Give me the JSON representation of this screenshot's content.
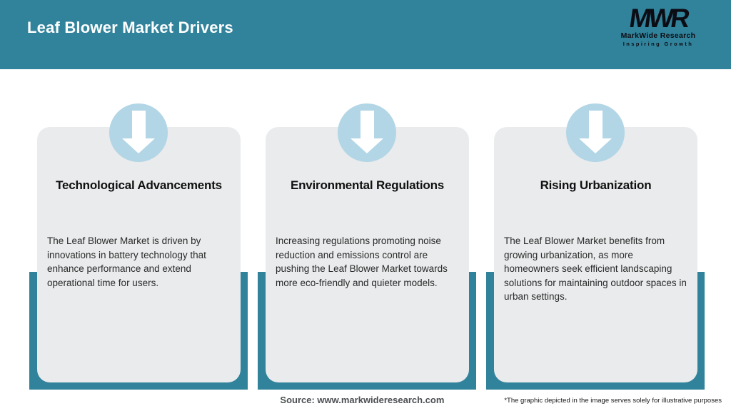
{
  "header": {
    "title": "Leaf Blower Market Drivers",
    "logo": {
      "monogram": "MWR",
      "name": "MarkWide Research",
      "tagline": "Inspiring Growth"
    }
  },
  "cards": [
    {
      "icon": "arrow-down-icon",
      "title": "Technological Advancements",
      "description": "The Leaf Blower Market is driven by innovations in battery technology that enhance performance and extend operational time for users."
    },
    {
      "icon": "arrow-down-icon",
      "title": "Environmental Regulations",
      "description": "Increasing regulations promoting noise reduction and emissions control are pushing the Leaf Blower Market towards more eco-friendly and quieter models."
    },
    {
      "icon": "arrow-down-icon",
      "title": "Rising Urbanization",
      "description": "The Leaf Blower Market benefits from growing urbanization, as more homeowners seek efficient landscaping solutions for maintaining outdoor spaces in urban settings."
    }
  ],
  "footer": {
    "source": "Source: www.markwideresearch.com",
    "disclaimer": "*The graphic depicted in the image serves solely for illustrative purposes"
  },
  "colors": {
    "header_teal": "#31839B",
    "card_shadow_teal": "#31839B",
    "card_background": "#E9EBEC",
    "badge_blue": "#B2D6E6",
    "arrow_white": "#FFFFFF",
    "title_text": "#FFFFFF",
    "body_text": "#2A2A2A",
    "source_text": "#4B4F52"
  }
}
